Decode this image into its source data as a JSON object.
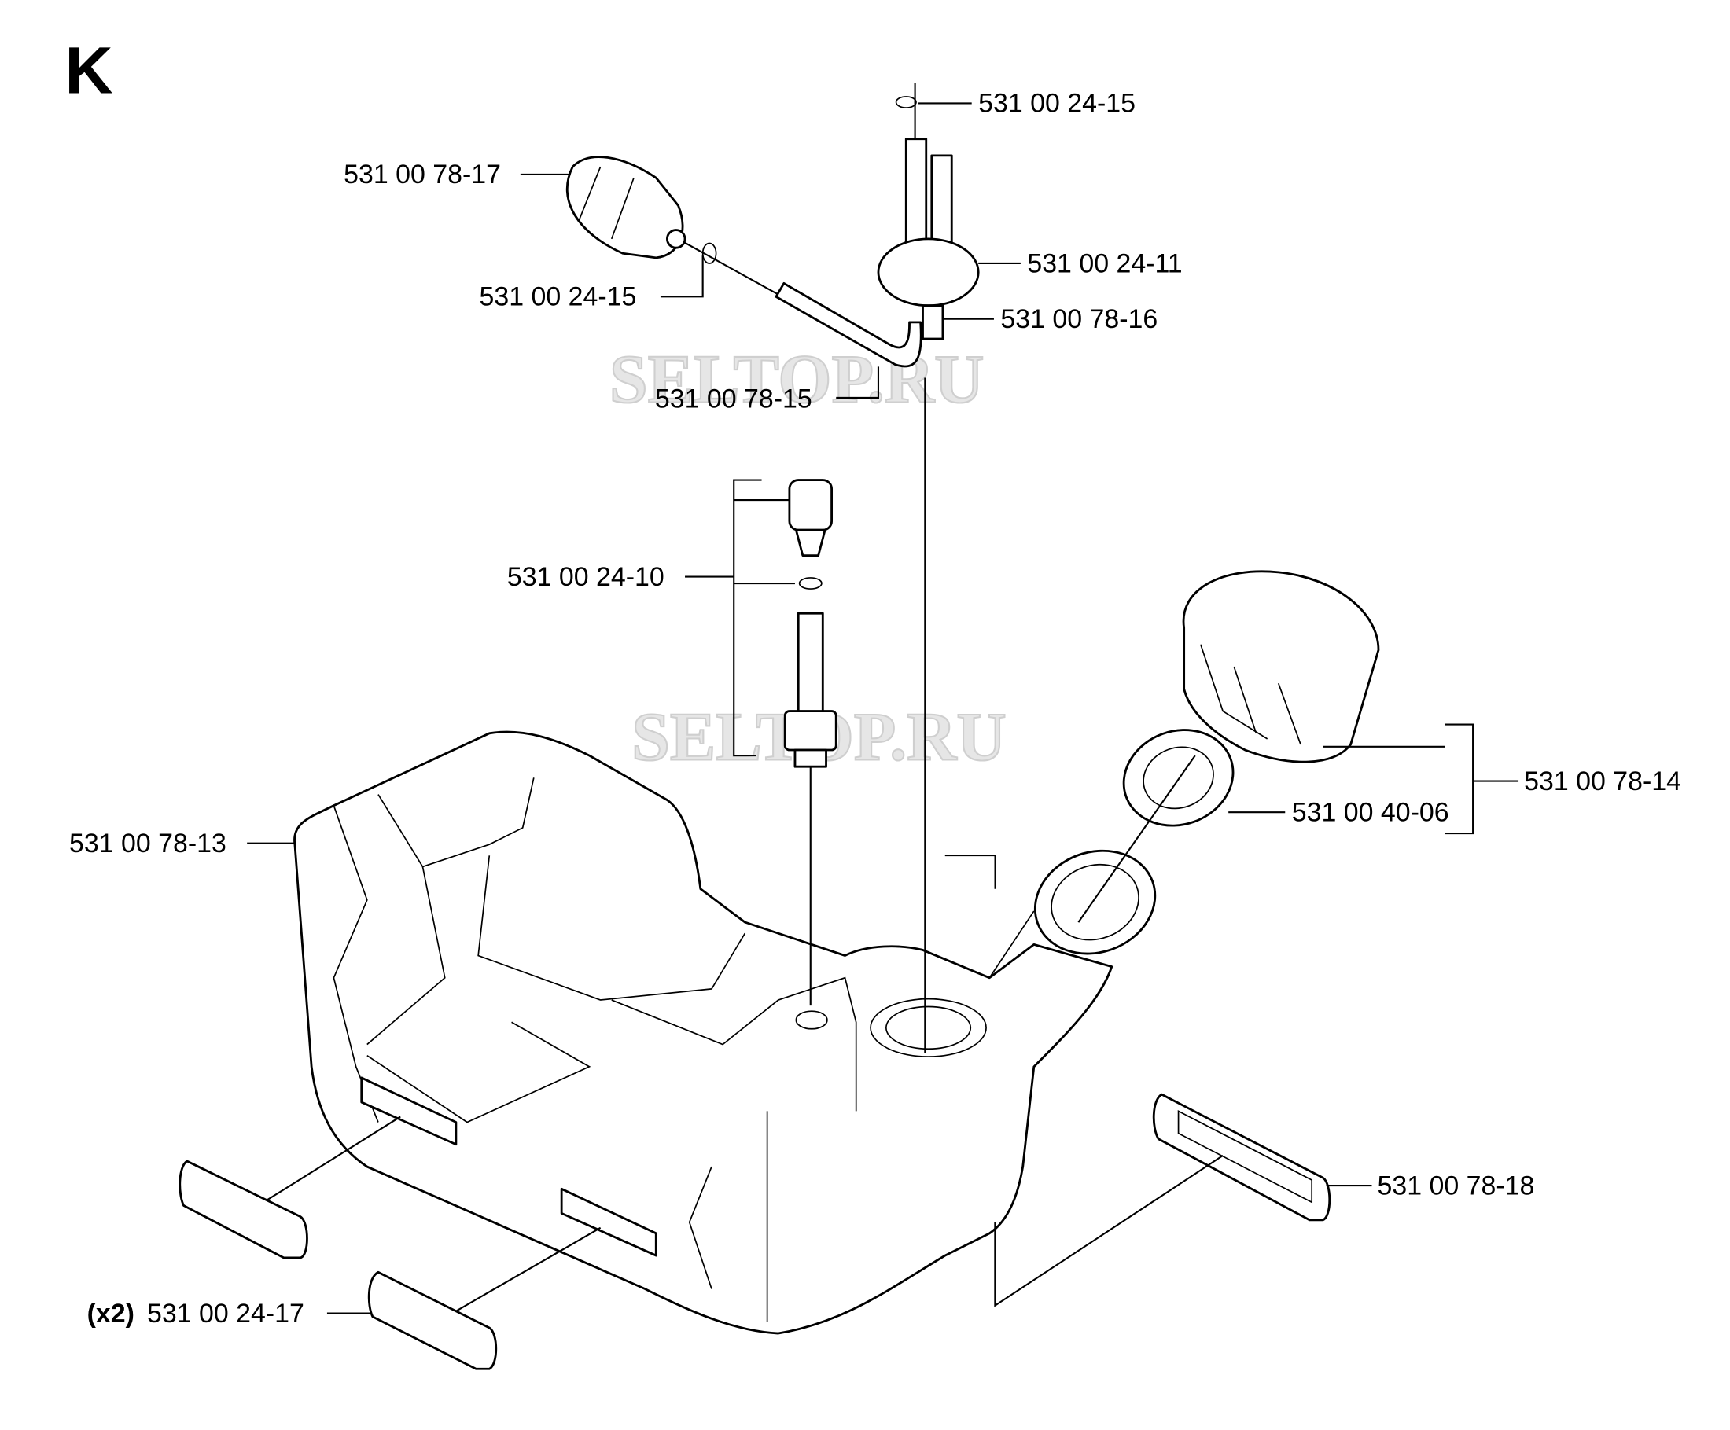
{
  "section_letter": "K",
  "watermark": "SELTOP.RU",
  "labels": {
    "clip_top": "531 00 24-15",
    "fuel_filter": "531 00 78-17",
    "clip_filter": "531 00 24-15",
    "vent_valve": "531 00 24-11",
    "valve_hose": "531 00 78-16",
    "fuel_hose": "531 00 78-15",
    "primer_kit": "531 00 24-10",
    "tank_cap": "531 00 78-14",
    "cap_seal": "531 00 40-06",
    "fuel_tank": "531 00 78-13",
    "rubber_mount": "531 00 78-18",
    "buffer_qty": "(x2)",
    "buffer": "531 00 24-17"
  }
}
